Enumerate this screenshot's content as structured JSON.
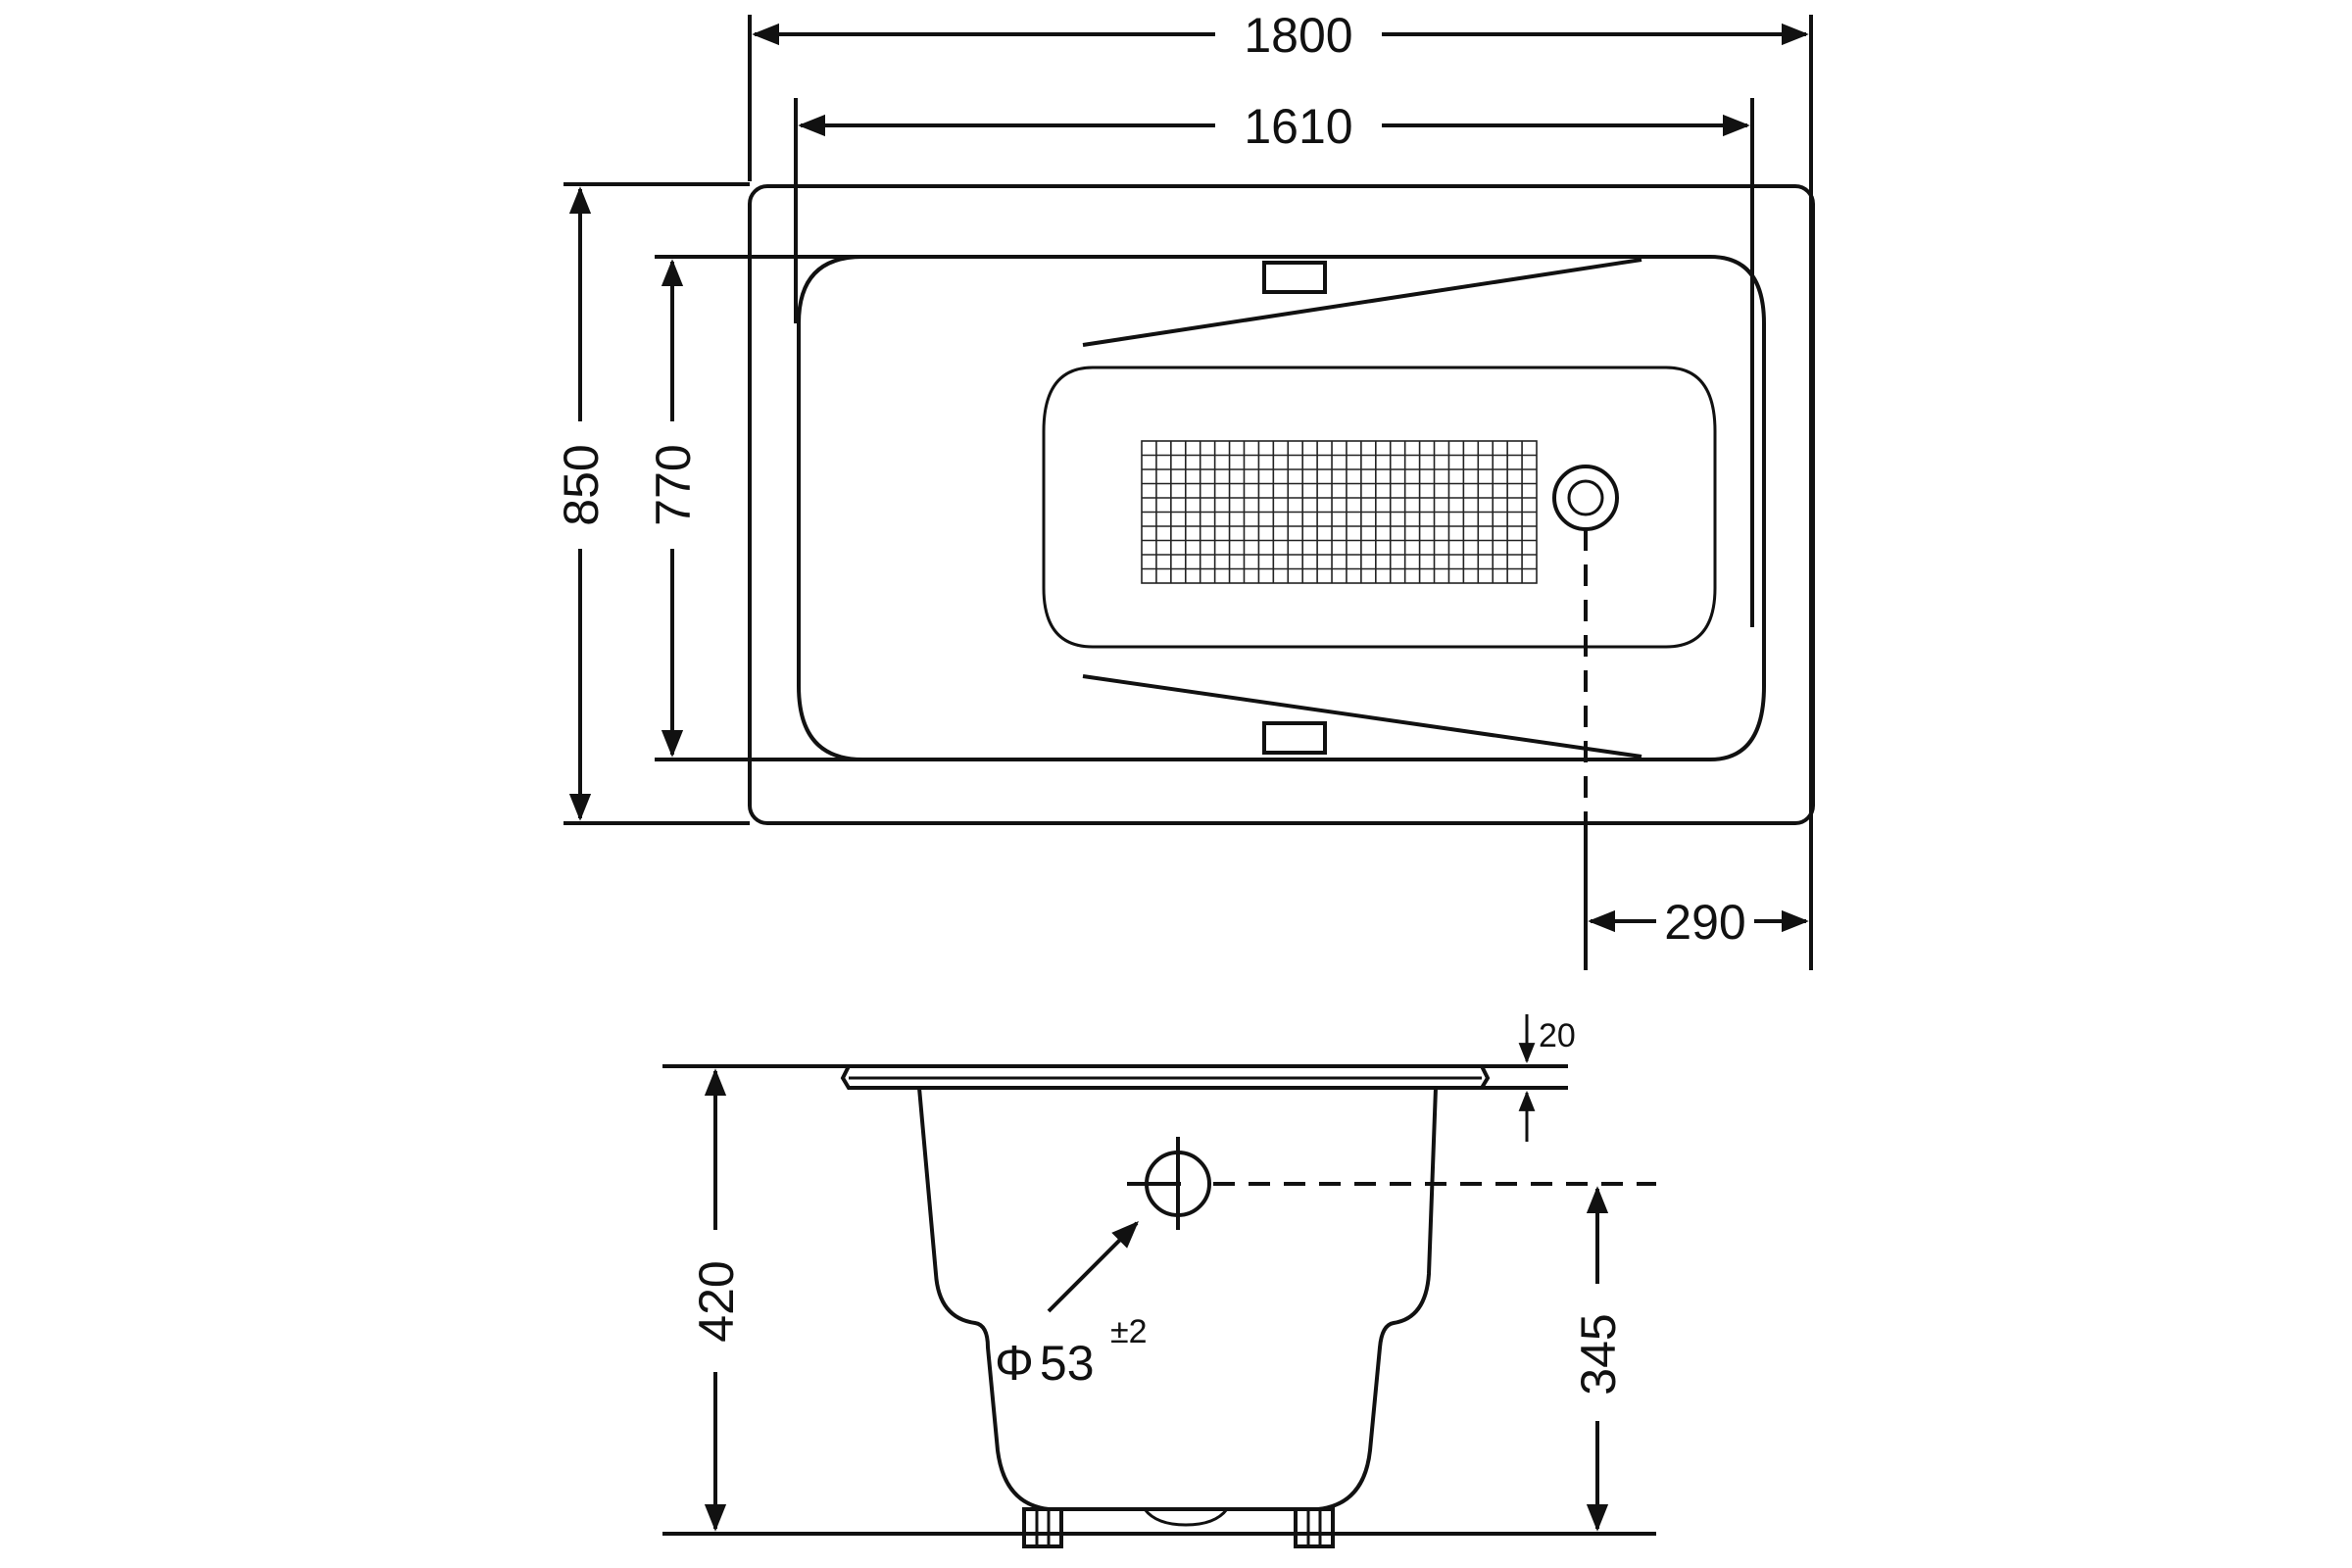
{
  "dimensions": {
    "overall_length": "1800",
    "inner_length": "1610",
    "overall_width": "850",
    "inner_width": "770",
    "drain_offset": "290",
    "rim_thickness": "20",
    "overall_height": "420",
    "overflow_height": "345",
    "overflow_diameter": "53",
    "diameter_symbol": "Φ",
    "diameter_tolerance": "±2"
  },
  "colors": {
    "line": "#111111",
    "background": "#ffffff"
  }
}
